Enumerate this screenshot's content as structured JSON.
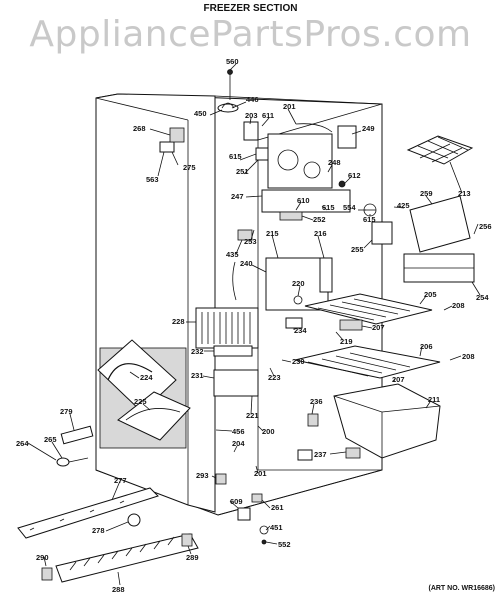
{
  "title": "FREEZER SECTION",
  "watermark": "AppliancePartsPros.com",
  "art_no": "(ART NO. WR16686)",
  "labels": [
    {
      "id": "l560",
      "text": "560"
    },
    {
      "id": "l446",
      "text": "446"
    },
    {
      "id": "l450",
      "text": "450"
    },
    {
      "id": "l203",
      "text": "203"
    },
    {
      "id": "l611",
      "text": "611"
    },
    {
      "id": "l201a",
      "text": "201"
    },
    {
      "id": "l268",
      "text": "268"
    },
    {
      "id": "l249",
      "text": "249"
    },
    {
      "id": "l615a",
      "text": "615"
    },
    {
      "id": "l251",
      "text": "251"
    },
    {
      "id": "l275",
      "text": "275"
    },
    {
      "id": "l563",
      "text": "563"
    },
    {
      "id": "l248",
      "text": "248"
    },
    {
      "id": "l612",
      "text": "612"
    },
    {
      "id": "l213",
      "text": "213"
    },
    {
      "id": "l247",
      "text": "247"
    },
    {
      "id": "l610",
      "text": "610"
    },
    {
      "id": "l615b",
      "text": "615"
    },
    {
      "id": "l554",
      "text": "554"
    },
    {
      "id": "l425",
      "text": "425"
    },
    {
      "id": "l259",
      "text": "259"
    },
    {
      "id": "l252",
      "text": "252"
    },
    {
      "id": "l615c",
      "text": "615"
    },
    {
      "id": "l256",
      "text": "256"
    },
    {
      "id": "l215",
      "text": "215"
    },
    {
      "id": "l216",
      "text": "216"
    },
    {
      "id": "l253",
      "text": "253"
    },
    {
      "id": "l255",
      "text": "255"
    },
    {
      "id": "l435",
      "text": "435"
    },
    {
      "id": "l240",
      "text": "240"
    },
    {
      "id": "l220",
      "text": "220"
    },
    {
      "id": "l205",
      "text": "205"
    },
    {
      "id": "l254",
      "text": "254"
    },
    {
      "id": "l208a",
      "text": "208"
    },
    {
      "id": "l228",
      "text": "228"
    },
    {
      "id": "l234",
      "text": "234"
    },
    {
      "id": "l207a",
      "text": "207"
    },
    {
      "id": "l219",
      "text": "219"
    },
    {
      "id": "l206",
      "text": "206"
    },
    {
      "id": "l232",
      "text": "232"
    },
    {
      "id": "l230",
      "text": "230"
    },
    {
      "id": "l208b",
      "text": "208"
    },
    {
      "id": "l224",
      "text": "224"
    },
    {
      "id": "l223",
      "text": "223"
    },
    {
      "id": "l207b",
      "text": "207"
    },
    {
      "id": "l231",
      "text": "231"
    },
    {
      "id": "l225",
      "text": "225"
    },
    {
      "id": "l221",
      "text": "221"
    },
    {
      "id": "l236",
      "text": "236"
    },
    {
      "id": "l211",
      "text": "211"
    },
    {
      "id": "l279",
      "text": "279"
    },
    {
      "id": "l456",
      "text": "456"
    },
    {
      "id": "l200",
      "text": "200"
    },
    {
      "id": "l264",
      "text": "264"
    },
    {
      "id": "l265",
      "text": "265"
    },
    {
      "id": "l204",
      "text": "204"
    },
    {
      "id": "l237",
      "text": "237"
    },
    {
      "id": "l201b",
      "text": "201"
    },
    {
      "id": "l293",
      "text": "293"
    },
    {
      "id": "l277",
      "text": "277"
    },
    {
      "id": "l609",
      "text": "609"
    },
    {
      "id": "l261",
      "text": "261"
    },
    {
      "id": "l278",
      "text": "278"
    },
    {
      "id": "l451",
      "text": "451"
    },
    {
      "id": "l552",
      "text": "552"
    },
    {
      "id": "l289",
      "text": "289"
    },
    {
      "id": "l290",
      "text": "290"
    },
    {
      "id": "l288",
      "text": "288"
    }
  ]
}
